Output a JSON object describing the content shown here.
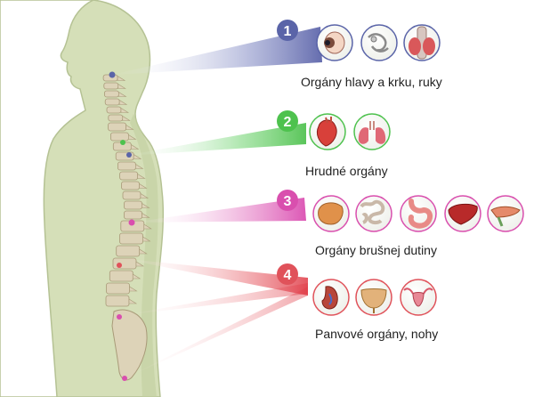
{
  "groups": [
    {
      "number": "1",
      "label": "Orgány hlavy a krku, ruky",
      "color": "#5a64a8",
      "organs": [
        "eye-icon",
        "ear-bones-icon",
        "thyroid-icon"
      ]
    },
    {
      "number": "2",
      "label": "Hrudné orgány",
      "color": "#4ec24e",
      "organs": [
        "heart-icon",
        "lungs-icon"
      ]
    },
    {
      "number": "3",
      "label": "Orgány brušnej dutiny",
      "color": "#d94fae",
      "organs": [
        "pancreas-icon",
        "intestines-icon",
        "stomach-icon",
        "liver-icon",
        "gallbladder-icon"
      ]
    },
    {
      "number": "4",
      "label": "Panvové orgány, nohy",
      "color": "#e0525a",
      "organs": [
        "kidney-icon",
        "bladder-icon",
        "uterus-icon"
      ]
    }
  ],
  "colors": {
    "body_fill": "#d5dfb8",
    "body_outline": "#b5c294",
    "bone": "#ddd3b8",
    "bone_outline": "#a89a78"
  }
}
